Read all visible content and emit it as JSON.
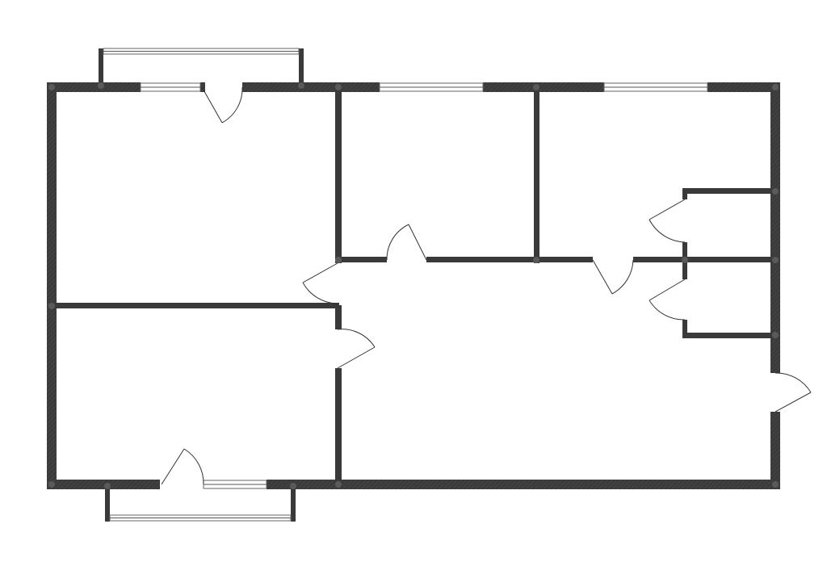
{
  "plan": {
    "wall_color": "#3a3a3a",
    "background": "#ffffff",
    "rooms": [
      {
        "id": "room-top-left"
      },
      {
        "id": "room-top-middle"
      },
      {
        "id": "room-top-right"
      },
      {
        "id": "room-bottom-left"
      },
      {
        "id": "hallway"
      },
      {
        "id": "closet-upper"
      },
      {
        "id": "closet-lower"
      }
    ],
    "balconies": [
      {
        "id": "balcony-top"
      },
      {
        "id": "balcony-bottom"
      }
    ]
  }
}
